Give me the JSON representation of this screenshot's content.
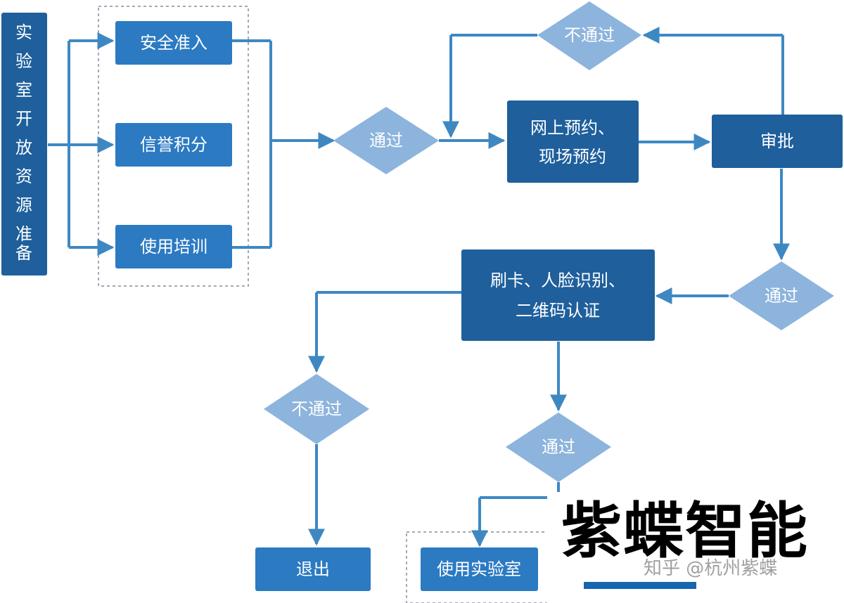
{
  "colors": {
    "dark_box": "#1e5f9c",
    "mid_box": "#2b7ac2",
    "diamond": "#8db4dc",
    "arrow": "#3e88c2",
    "dashed": "#8a8aa0"
  },
  "diagram": {
    "side_label": [
      "实",
      "验",
      "室",
      "开",
      "放",
      "资",
      "源",
      "准",
      "备"
    ],
    "prep_steps": [
      "安全准入",
      "信誉积分",
      "使用培训"
    ],
    "pass_1": "通过",
    "reject_1": "不通过",
    "booking": [
      "网上预约、",
      "现场预约"
    ],
    "approval": "审批",
    "pass_2": "通过",
    "verify": [
      "刷卡、人脸识别、",
      "二维码认证"
    ],
    "reject_2": "不通过",
    "pass_3": "通过",
    "exit": "退出",
    "use_lab": "使用实验室"
  },
  "watermark": {
    "brand": "紫蝶智能",
    "credit": "知乎 @杭州紫蝶"
  }
}
